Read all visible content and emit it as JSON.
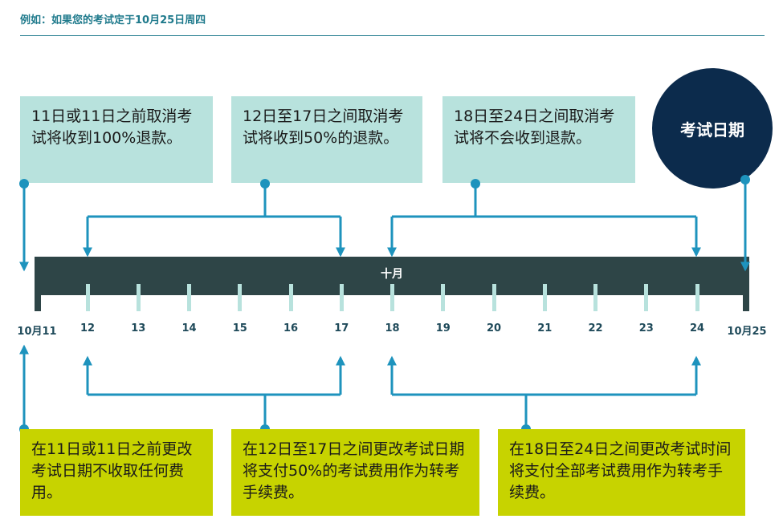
{
  "header": {
    "title": "例如：如果您的考试定于10月25日周四"
  },
  "exam_badge": {
    "label": "考试日期"
  },
  "timeline": {
    "month_label": "十月",
    "ticks": [
      "10月11",
      "12",
      "13",
      "14",
      "15",
      "16",
      "17",
      "18",
      "19",
      "20",
      "21",
      "22",
      "23",
      "24",
      "10月25"
    ]
  },
  "cancel_rules": [
    {
      "text": "11日或11日之前取消考试将收到100%退款。"
    },
    {
      "text": "12日至17日之间取消考试将收到50%的退款。"
    },
    {
      "text": "18日至24日之间取消考试将不会收到退款。"
    }
  ],
  "reschedule_rules": [
    {
      "text": "在11日或11日之前更改考试日期不收取任何费用。"
    },
    {
      "text": "在12日至17日之间更改考试日期将支付50%的考试费用作为转考手续费。"
    },
    {
      "text": "在18日至24日之间更改考试时间将支付全部考试费用作为转考手续费。"
    }
  ],
  "colors": {
    "accent": "#1f7a8c",
    "connector": "#1e93bd",
    "bar": "#2e4547",
    "top_box": "#b8e2dd",
    "bottom_box": "#c7d300",
    "badge": "#0c2b4c"
  }
}
